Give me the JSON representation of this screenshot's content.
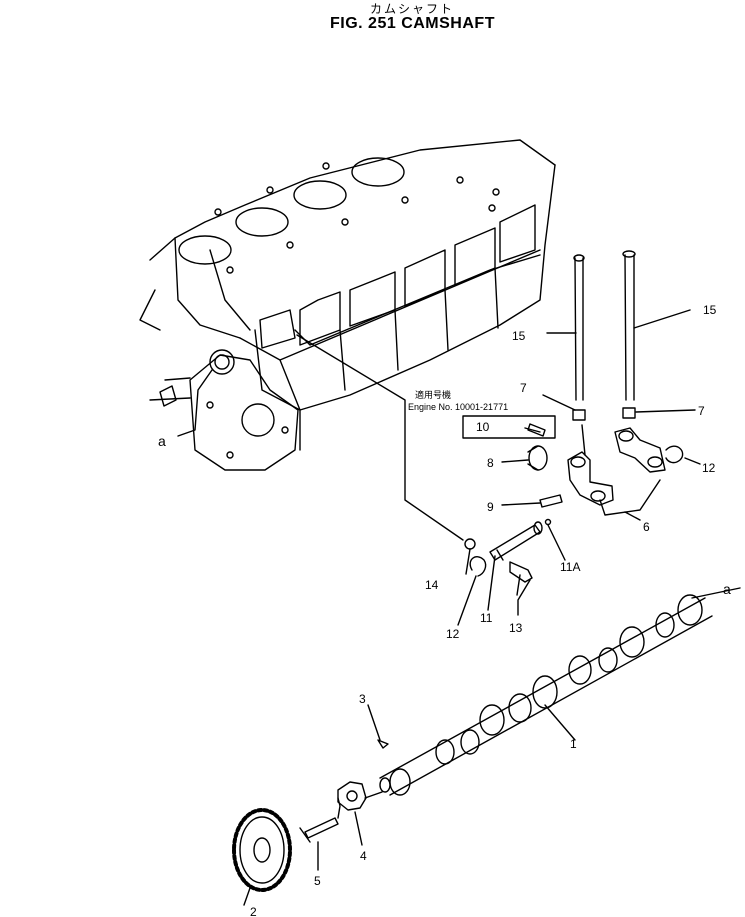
{
  "header": {
    "subtitle_jp": "カムシャフト",
    "title": "FIG. 251  CAMSHAFT"
  },
  "note": {
    "line1": "適用号機",
    "line2": "Engine No. 10001-21771"
  },
  "callouts": {
    "c1": "1",
    "c2": "2",
    "c3": "3",
    "c4": "4",
    "c5": "5",
    "c6": "6",
    "c7a": "7",
    "c7b": "7",
    "c8": "8",
    "c9": "9",
    "c10": "10",
    "c11": "11",
    "c11a": "11A",
    "c12a": "12",
    "c12b": "12",
    "c13": "13",
    "c14": "14",
    "c15a": "15",
    "c15b": "15",
    "ca1": "a",
    "ca2": "a"
  }
}
